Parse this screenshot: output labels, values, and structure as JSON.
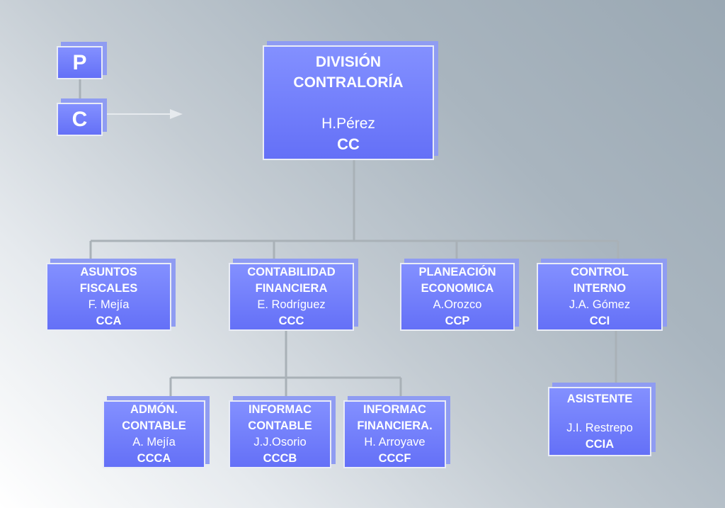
{
  "legend": {
    "p_label": "P",
    "c_label": "C"
  },
  "head": {
    "title_line1": "DIVISIÓN",
    "title_line2": "CONTRALORÍA",
    "person": "H.Pérez",
    "code": "CC"
  },
  "units": [
    {
      "title_line1": "ASUNTOS",
      "title_line2": "FISCALES",
      "person": "F. Mejía",
      "code": "CCA"
    },
    {
      "title_line1": "CONTABILIDAD",
      "title_line2": "FINANCIERA",
      "person": "E. Rodríguez",
      "code": "CCC"
    },
    {
      "title_line1": "PLANEACIÓN",
      "title_line2": "ECONOMICA",
      "person": "A.Orozco",
      "code": "CCP"
    },
    {
      "title_line1": "CONTROL",
      "title_line2": "INTERNO",
      "person": "J.A. Gómez",
      "code": "CCI"
    }
  ],
  "subunits": [
    {
      "title_line1": "ADMÓN.",
      "title_line2": "CONTABLE",
      "person": "A. Mejía",
      "code": "CCCA"
    },
    {
      "title_line1": "INFORMAC",
      "title_line2": "CONTABLE",
      "person": "J.J.Osorio",
      "code": "CCCB"
    },
    {
      "title_line1": "INFORMAC",
      "title_line2": "FINANCIERA.",
      "person": "H. Arroyave",
      "code": "CCCF"
    }
  ],
  "assistant": {
    "title": "ASISTENTE",
    "person": "J.I. Restrepo",
    "code": "CCIA"
  }
}
